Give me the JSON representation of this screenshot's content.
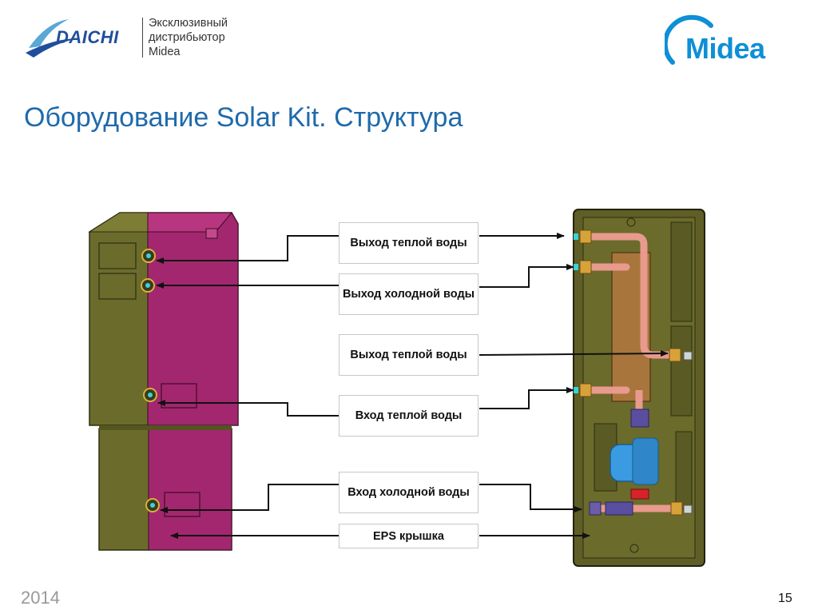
{
  "header": {
    "brand_left": "DAICHI",
    "distributor_lines": [
      "Эксклюзивный",
      "дистрибьютор",
      "Midea"
    ],
    "brand_right": "Midea"
  },
  "title": "Оборудование Solar Kit. Структура",
  "labels": [
    {
      "text": "Выход теплой воды"
    },
    {
      "text": "Выход холодной воды"
    },
    {
      "text": "Выход теплой воды"
    },
    {
      "text": "Вход теплой воды"
    },
    {
      "text": "Вход холодной воды"
    },
    {
      "text": "EPS крышка"
    }
  ],
  "footer": {
    "year": "2014",
    "page": "15"
  },
  "colors": {
    "title": "#1f6aab",
    "daichi_blue": "#1f4e9c",
    "midea_blue": "#0e8fd6",
    "housing_olive": "#6b6b2c",
    "housing_magenta": "#a3276f",
    "copper_pipe": "#e89a8c"
  }
}
